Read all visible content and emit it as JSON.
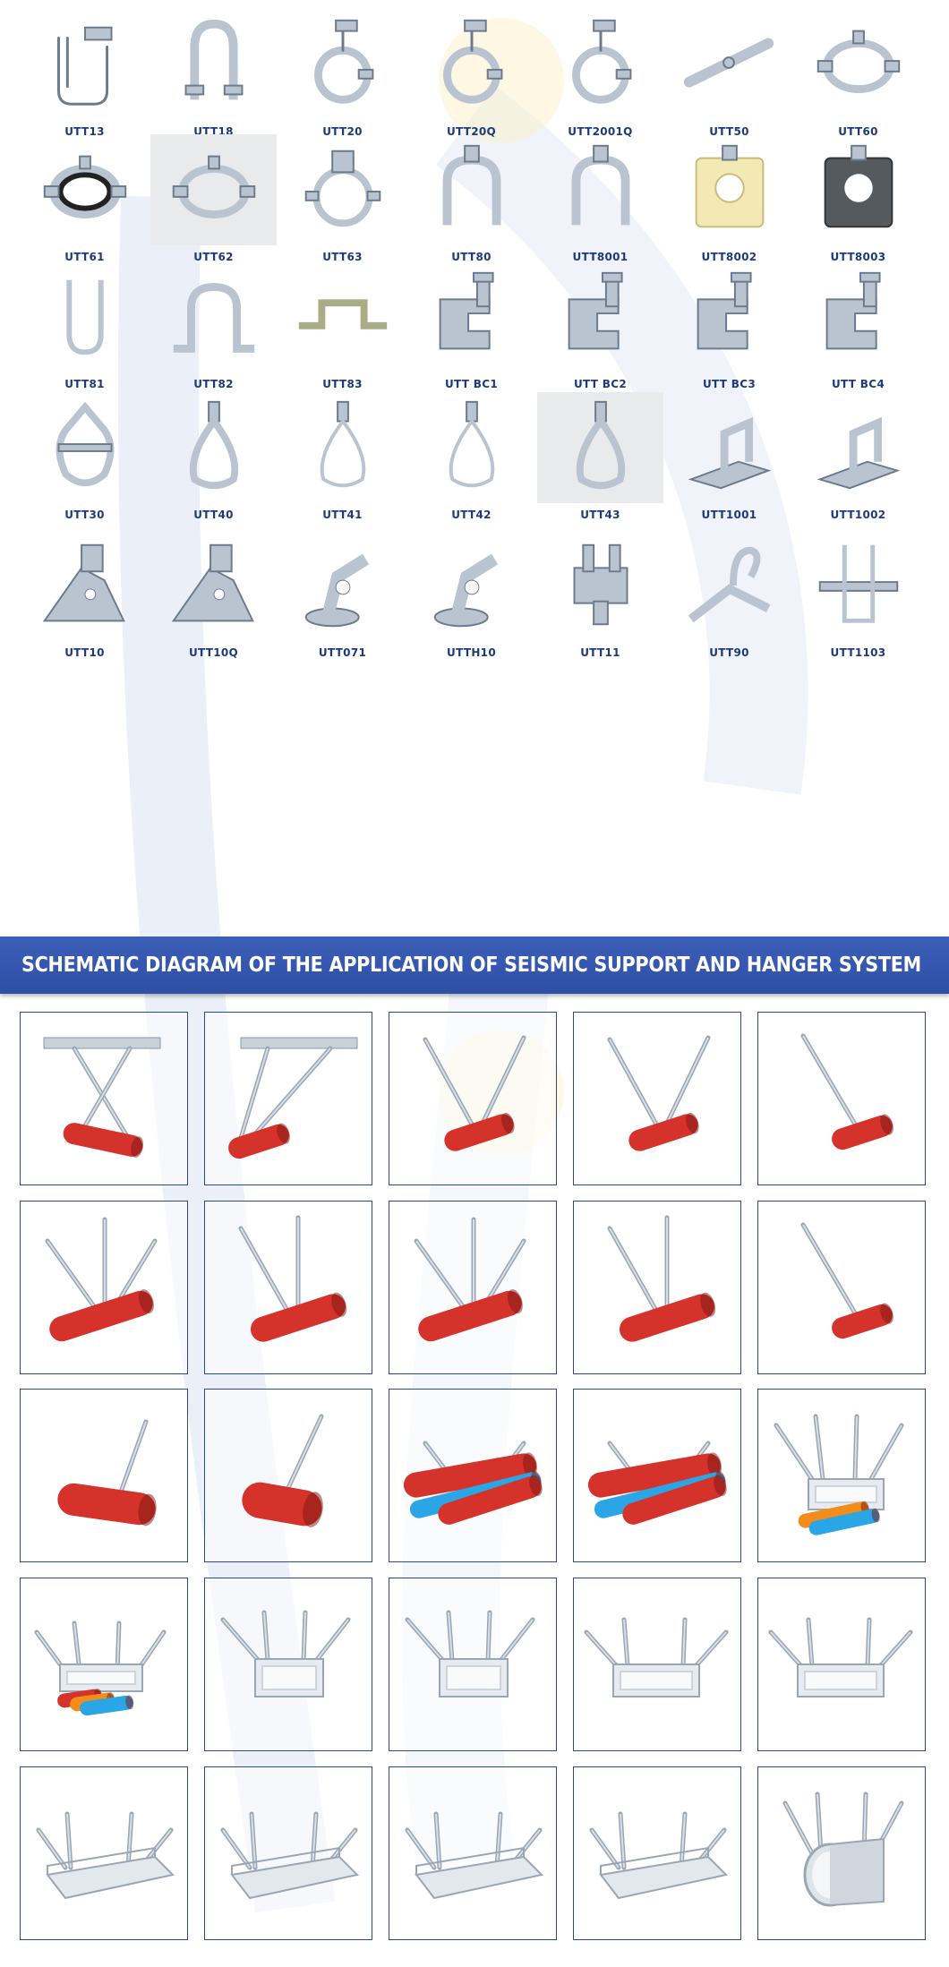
{
  "catalog": {
    "rows": [
      {
        "items": [
          {
            "label": "UTT13",
            "icon": "u-bolt-hanger-icon"
          },
          {
            "label": "UTT18",
            "icon": "u-bolt-icon"
          },
          {
            "label": "UTT20",
            "icon": "pipe-clamp-hanger-icon"
          },
          {
            "label": "UTT20Q",
            "icon": "pipe-clamp-hanger-icon"
          },
          {
            "label": "UTT2001Q",
            "icon": "pipe-clamp-hanger-icon"
          },
          {
            "label": "UTT50",
            "icon": "flat-strap-icon"
          },
          {
            "label": "UTT60",
            "icon": "split-ring-clamp-icon"
          }
        ]
      },
      {
        "items": [
          {
            "label": "UTT61",
            "icon": "rubber-lined-clamp-icon"
          },
          {
            "label": "UTT62",
            "icon": "split-ring-clamp-icon"
          },
          {
            "label": "UTT63",
            "icon": "pipe-clamp-icon"
          },
          {
            "label": "UTT80",
            "icon": "channel-strap-icon"
          },
          {
            "label": "UTT8001",
            "icon": "channel-clamp-icon"
          },
          {
            "label": "UTT8002",
            "icon": "insulated-block-icon"
          },
          {
            "label": "UTT8003",
            "icon": "rubber-block-icon"
          }
        ]
      },
      {
        "items": [
          {
            "label": "UTT81",
            "icon": "u-rod-icon"
          },
          {
            "label": "UTT82",
            "icon": "saddle-strap-icon"
          },
          {
            "label": "UTT83",
            "icon": "omega-strap-icon"
          },
          {
            "label": "UTT BC1",
            "icon": "beam-clamp-icon"
          },
          {
            "label": "UTT BC2",
            "icon": "beam-clamp-icon"
          },
          {
            "label": "UTT BC3",
            "icon": "beam-clamp-icon"
          },
          {
            "label": "UTT BC4",
            "icon": "beam-clamp-icon"
          }
        ]
      },
      {
        "items": [
          {
            "label": "UTT30",
            "icon": "clevis-hanger-icon"
          },
          {
            "label": "UTT40",
            "icon": "swivel-ring-hanger-icon"
          },
          {
            "label": "UTT41",
            "icon": "loop-hanger-icon"
          },
          {
            "label": "UTT42",
            "icon": "loop-hanger-icon"
          },
          {
            "label": "UTT43",
            "icon": "swivel-ring-hanger-icon"
          },
          {
            "label": "UTT1001",
            "icon": "hinged-base-icon"
          },
          {
            "label": "UTT1002",
            "icon": "hinged-base-icon"
          }
        ]
      },
      {
        "items": [
          {
            "label": "UTT10",
            "icon": "seismic-connector-icon"
          },
          {
            "label": "UTT10Q",
            "icon": "seismic-connector-icon"
          },
          {
            "label": "UTT071",
            "icon": "swivel-bracket-icon"
          },
          {
            "label": "UTTH10",
            "icon": "swivel-bracket-icon"
          },
          {
            "label": "UTT11",
            "icon": "clamp-connector-icon"
          },
          {
            "label": "UTT90",
            "icon": "double-hook-connector-icon"
          },
          {
            "label": "UTT1103",
            "icon": "channel-hanger-icon"
          }
        ]
      }
    ]
  },
  "banner": {
    "title": "SCHEMATIC DIAGRAM OF THE APPLICATION OF SEISMIC SUPPORT AND HANGER SYSTEM"
  },
  "diagrams": {
    "rows": [
      [
        {
          "kind": "lateral-beam-cross"
        },
        {
          "kind": "lateral-beam-diag"
        },
        {
          "kind": "v-brace-pipe"
        },
        {
          "kind": "v-brace-pipe-b"
        },
        {
          "kind": "single-brace-pipe"
        }
      ],
      [
        {
          "kind": "triple-brace-pipe"
        },
        {
          "kind": "double-brace-pipe"
        },
        {
          "kind": "triple-brace-pipe"
        },
        {
          "kind": "double-brace-pipe-b"
        },
        {
          "kind": "single-brace-pipe-b"
        }
      ],
      [
        {
          "kind": "short-brace-pipe"
        },
        {
          "kind": "long-brace-pipe"
        },
        {
          "kind": "multi-pipe-red-blue"
        },
        {
          "kind": "multi-pipe-red-blue-b"
        },
        {
          "kind": "duct-with-pipes"
        }
      ],
      [
        {
          "kind": "duct-with-colored-pipes"
        },
        {
          "kind": "duct-support"
        },
        {
          "kind": "duct-support"
        },
        {
          "kind": "duct-support-wide"
        },
        {
          "kind": "duct-support-wide"
        }
      ],
      [
        {
          "kind": "cable-tray-support"
        },
        {
          "kind": "cable-tray-support"
        },
        {
          "kind": "cable-tray-support"
        },
        {
          "kind": "cable-tray-support"
        },
        {
          "kind": "large-pipe-support"
        }
      ]
    ]
  },
  "colors": {
    "accent": "#2f4fa6",
    "label": "#1d3b7c",
    "pipe_red": "#d6322c",
    "pipe_blue": "#2aa6e6",
    "pipe_orange": "#f28c1b",
    "steel": "#b9c4d0"
  }
}
